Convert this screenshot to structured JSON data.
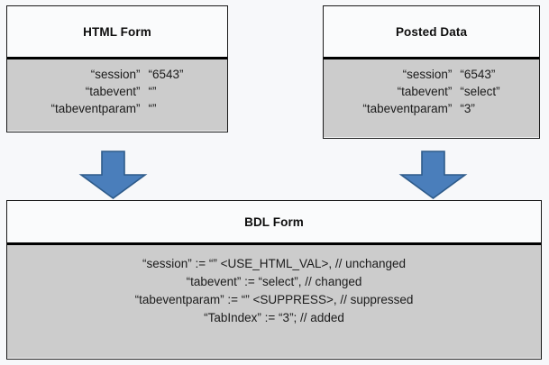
{
  "diagram": {
    "title": "HTML Form / Posted Data to BDL Form mapping",
    "colors": {
      "page_background": "#f7f8fa",
      "box_header_background": "#fafbfc",
      "box_body_background": "#cccccc",
      "box_border": "#1a1a1a",
      "arrow_fill": "#4a7ebb",
      "arrow_border": "#2e5b8a",
      "text": "#1b1b1b"
    }
  },
  "html_form": {
    "title": "HTML Form",
    "rows": [
      {
        "key": "“session”",
        "value": "“6543”"
      },
      {
        "key": "“tabevent”",
        "value": "“”"
      },
      {
        "key": "“tabeventparam”",
        "value": "“”"
      }
    ]
  },
  "posted_data": {
    "title": "Posted Data",
    "rows": [
      {
        "key": "“session”",
        "value": "“6543”"
      },
      {
        "key": "“tabevent”",
        "value": "“select”"
      },
      {
        "key": "“tabeventparam”",
        "value": "“3”"
      }
    ]
  },
  "bdl_form": {
    "title": "BDL Form",
    "statements": [
      "“session” :=  “” <USE_HTML_VAL>, // unchanged",
      "“tabevent” := “select”, //  changed",
      "“tabeventparam” := “” <SUPPRESS>, // suppressed",
      "“TabIndex” := “3”; // added"
    ]
  },
  "arrows": [
    {
      "name": "arrow-html-form-to-bdl-form",
      "direction": "down"
    },
    {
      "name": "arrow-posted-data-to-bdl-form",
      "direction": "down"
    }
  ]
}
